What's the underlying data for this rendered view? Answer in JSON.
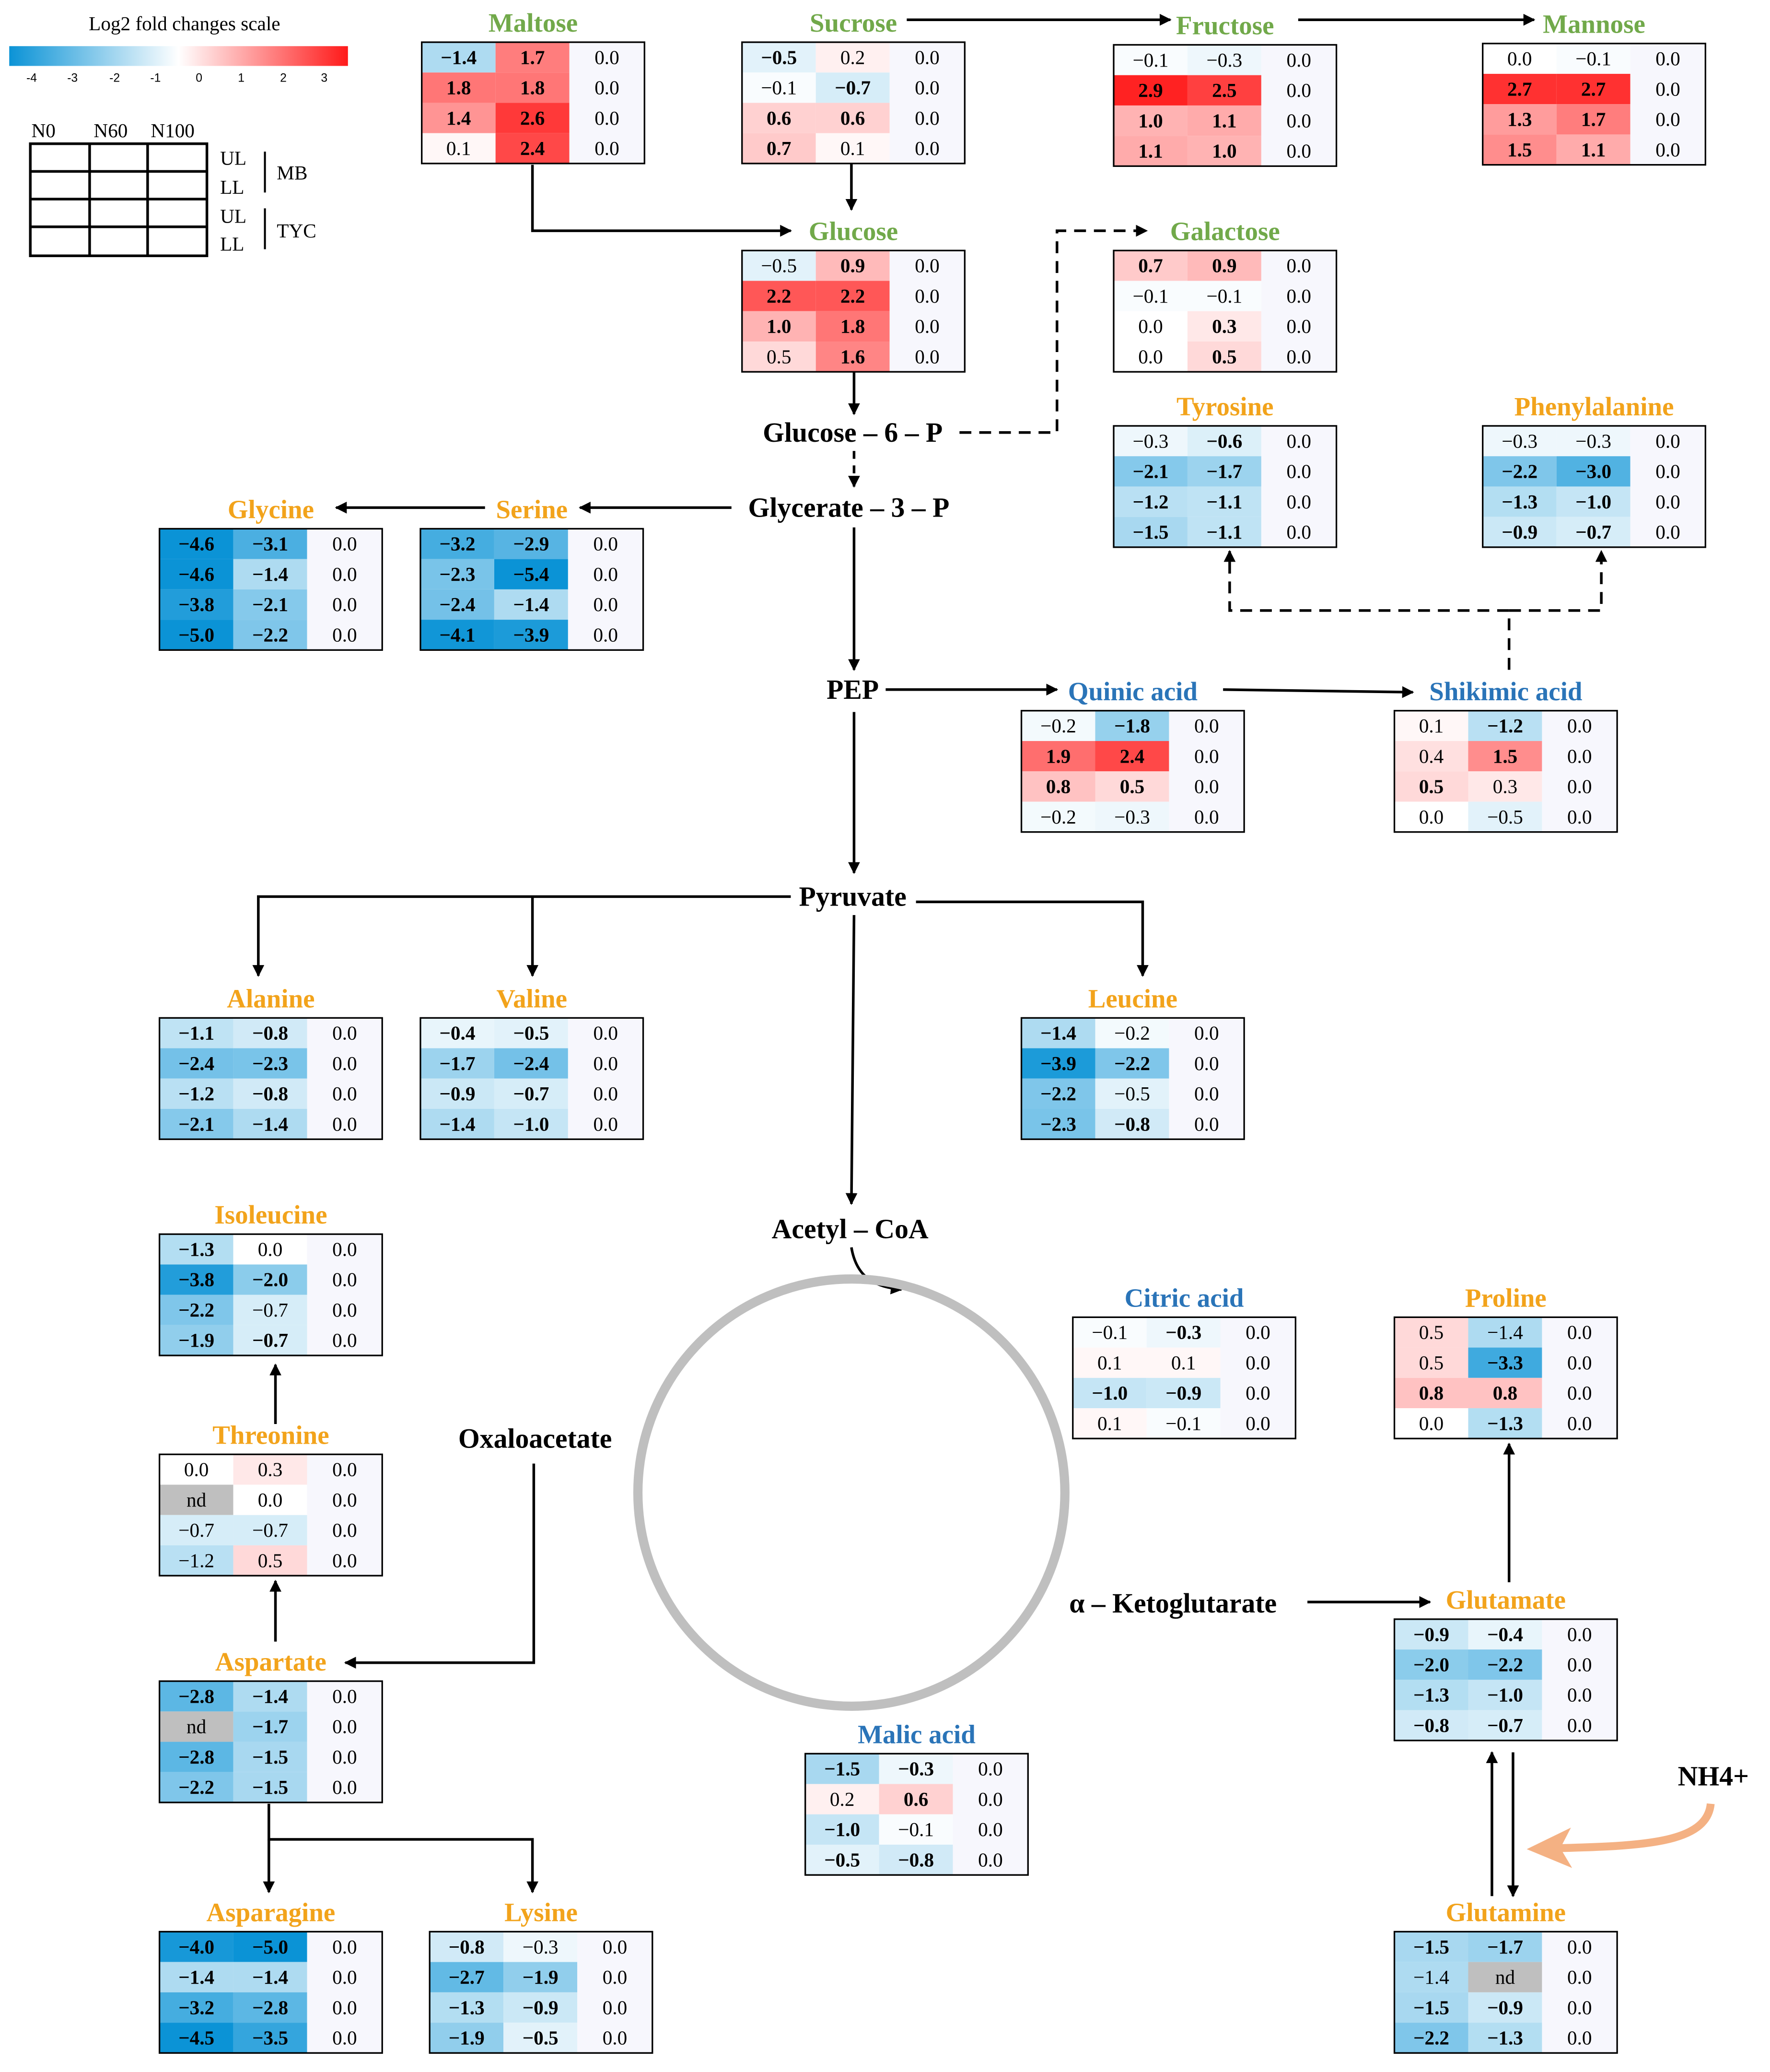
{
  "legend": {
    "scale_title": "Log2 fold changes scale",
    "scale_ticks": [
      "-4",
      "-3",
      "-2",
      "-1",
      "0",
      "1",
      "2",
      "3"
    ],
    "columns": [
      "N0",
      "N60",
      "N100"
    ],
    "rows": [
      "UL",
      "LL",
      "UL",
      "LL"
    ],
    "groups": [
      "MB",
      "TYC"
    ],
    "colors": {
      "min": "#0b93d6",
      "mid": "#ffffff",
      "max": "#ff1a1a",
      "nd": "#bfbfbf",
      "zero_col": "#f7f7fd"
    }
  },
  "colors": {
    "sugar": "#71a94a",
    "amino_acid": "#f2a31b",
    "organic_acid": "#2a74b8",
    "intermediate": "#000000",
    "arrow": "#000000",
    "cycle": "#bfbfbf",
    "nh4_arrow": "#f4b183"
  },
  "metabolites": [
    {
      "id": "maltose",
      "name": "Maltose",
      "class": "sugar",
      "rows": [
        [
          "−1.4",
          "1.7",
          "0.0"
        ],
        [
          "1.8",
          "1.8",
          "0.0"
        ],
        [
          "1.4",
          "2.6",
          "0.0"
        ],
        [
          "0.1",
          "2.4",
          "0.0"
        ]
      ],
      "bold": [
        [
          1,
          1
        ],
        [
          1,
          1
        ],
        [
          1,
          1
        ],
        [
          0,
          1
        ]
      ]
    },
    {
      "id": "sucrose",
      "name": "Sucrose",
      "class": "sugar",
      "rows": [
        [
          "−0.5",
          "0.2",
          "0.0"
        ],
        [
          "−0.1",
          "−0.7",
          "0.0"
        ],
        [
          "0.6",
          "0.6",
          "0.0"
        ],
        [
          "0.7",
          "0.1",
          "0.0"
        ]
      ],
      "bold": [
        [
          1,
          0
        ],
        [
          0,
          1
        ],
        [
          1,
          1
        ],
        [
          1,
          0
        ]
      ]
    },
    {
      "id": "fructose",
      "name": "Fructose",
      "class": "sugar",
      "rows": [
        [
          "−0.1",
          "−0.3",
          "0.0"
        ],
        [
          "2.9",
          "2.5",
          "0.0"
        ],
        [
          "1.0",
          "1.1",
          "0.0"
        ],
        [
          "1.1",
          "1.0",
          "0.0"
        ]
      ],
      "bold": [
        [
          0,
          0
        ],
        [
          1,
          1
        ],
        [
          1,
          1
        ],
        [
          1,
          1
        ]
      ]
    },
    {
      "id": "mannose",
      "name": "Mannose",
      "class": "sugar",
      "rows": [
        [
          "0.0",
          "−0.1",
          "0.0"
        ],
        [
          "2.7",
          "2.7",
          "0.0"
        ],
        [
          "1.3",
          "1.7",
          "0.0"
        ],
        [
          "1.5",
          "1.1",
          "0.0"
        ]
      ],
      "bold": [
        [
          0,
          0
        ],
        [
          1,
          1
        ],
        [
          1,
          1
        ],
        [
          1,
          1
        ]
      ]
    },
    {
      "id": "glucose",
      "name": "Glucose",
      "class": "sugar",
      "rows": [
        [
          "−0.5",
          "0.9",
          "0.0"
        ],
        [
          "2.2",
          "2.2",
          "0.0"
        ],
        [
          "1.0",
          "1.8",
          "0.0"
        ],
        [
          "0.5",
          "1.6",
          "0.0"
        ]
      ],
      "bold": [
        [
          0,
          1
        ],
        [
          1,
          1
        ],
        [
          1,
          1
        ],
        [
          0,
          1
        ]
      ]
    },
    {
      "id": "galactose",
      "name": "Galactose",
      "class": "sugar",
      "rows": [
        [
          "0.7",
          "0.9",
          "0.0"
        ],
        [
          "−0.1",
          "−0.1",
          "0.0"
        ],
        [
          "0.0",
          "0.3",
          "0.0"
        ],
        [
          "0.0",
          "0.5",
          "0.0"
        ]
      ],
      "bold": [
        [
          1,
          1
        ],
        [
          0,
          0
        ],
        [
          0,
          1
        ],
        [
          0,
          1
        ]
      ]
    },
    {
      "id": "tyrosine",
      "name": "Tyrosine",
      "class": "amino_acid",
      "rows": [
        [
          "−0.3",
          "−0.6",
          "0.0"
        ],
        [
          "−2.1",
          "−1.7",
          "0.0"
        ],
        [
          "−1.2",
          "−1.1",
          "0.0"
        ],
        [
          "−1.5",
          "−1.1",
          "0.0"
        ]
      ],
      "bold": [
        [
          0,
          1
        ],
        [
          1,
          1
        ],
        [
          1,
          1
        ],
        [
          1,
          1
        ]
      ]
    },
    {
      "id": "phenylalanine",
      "name": "Phenylalanine",
      "class": "amino_acid",
      "rows": [
        [
          "−0.3",
          "−0.3",
          "0.0"
        ],
        [
          "−2.2",
          "−3.0",
          "0.0"
        ],
        [
          "−1.3",
          "−1.0",
          "0.0"
        ],
        [
          "−0.9",
          "−0.7",
          "0.0"
        ]
      ],
      "bold": [
        [
          0,
          0
        ],
        [
          1,
          1
        ],
        [
          1,
          1
        ],
        [
          1,
          1
        ]
      ]
    },
    {
      "id": "glycine",
      "name": "Glycine",
      "class": "amino_acid",
      "rows": [
        [
          "−4.6",
          "−3.1",
          "0.0"
        ],
        [
          "−4.6",
          "−1.4",
          "0.0"
        ],
        [
          "−3.8",
          "−2.1",
          "0.0"
        ],
        [
          "−5.0",
          "−2.2",
          "0.0"
        ]
      ],
      "bold": [
        [
          1,
          1
        ],
        [
          1,
          1
        ],
        [
          1,
          1
        ],
        [
          1,
          1
        ]
      ]
    },
    {
      "id": "serine",
      "name": "Serine",
      "class": "amino_acid",
      "rows": [
        [
          "−3.2",
          "−2.9",
          "0.0"
        ],
        [
          "−2.3",
          "−5.4",
          "0.0"
        ],
        [
          "−2.4",
          "−1.4",
          "0.0"
        ],
        [
          "−4.1",
          "−3.9",
          "0.0"
        ]
      ],
      "bold": [
        [
          1,
          1
        ],
        [
          1,
          1
        ],
        [
          1,
          1
        ],
        [
          1,
          1
        ]
      ]
    },
    {
      "id": "quinic",
      "name": "Quinic acid",
      "class": "organic_acid",
      "rows": [
        [
          "−0.2",
          "−1.8",
          "0.0"
        ],
        [
          "1.9",
          "2.4",
          "0.0"
        ],
        [
          "0.8",
          "0.5",
          "0.0"
        ],
        [
          "−0.2",
          "−0.3",
          "0.0"
        ]
      ],
      "bold": [
        [
          0,
          1
        ],
        [
          1,
          1
        ],
        [
          1,
          1
        ],
        [
          0,
          0
        ]
      ]
    },
    {
      "id": "shikimic",
      "name": "Shikimic acid",
      "class": "organic_acid",
      "rows": [
        [
          "0.1",
          "−1.2",
          "0.0"
        ],
        [
          "0.4",
          "1.5",
          "0.0"
        ],
        [
          "0.5",
          "0.3",
          "0.0"
        ],
        [
          "0.0",
          "−0.5",
          "0.0"
        ]
      ],
      "bold": [
        [
          0,
          1
        ],
        [
          0,
          1
        ],
        [
          1,
          0
        ],
        [
          0,
          0
        ]
      ]
    },
    {
      "id": "alanine",
      "name": "Alanine",
      "class": "amino_acid",
      "rows": [
        [
          "−1.1",
          "−0.8",
          "0.0"
        ],
        [
          "−2.4",
          "−2.3",
          "0.0"
        ],
        [
          "−1.2",
          "−0.8",
          "0.0"
        ],
        [
          "−2.1",
          "−1.4",
          "0.0"
        ]
      ],
      "bold": [
        [
          1,
          1
        ],
        [
          1,
          1
        ],
        [
          1,
          1
        ],
        [
          1,
          1
        ]
      ]
    },
    {
      "id": "valine",
      "name": "Valine",
      "class": "amino_acid",
      "rows": [
        [
          "−0.4",
          "−0.5",
          "0.0"
        ],
        [
          "−1.7",
          "−2.4",
          "0.0"
        ],
        [
          "−0.9",
          "−0.7",
          "0.0"
        ],
        [
          "−1.4",
          "−1.0",
          "0.0"
        ]
      ],
      "bold": [
        [
          1,
          1
        ],
        [
          1,
          1
        ],
        [
          1,
          1
        ],
        [
          1,
          1
        ]
      ]
    },
    {
      "id": "leucine",
      "name": "Leucine",
      "class": "amino_acid",
      "rows": [
        [
          "−1.4",
          "−0.2",
          "0.0"
        ],
        [
          "−3.9",
          "−2.2",
          "0.0"
        ],
        [
          "−2.2",
          "−0.5",
          "0.0"
        ],
        [
          "−2.3",
          "−0.8",
          "0.0"
        ]
      ],
      "bold": [
        [
          1,
          0
        ],
        [
          1,
          1
        ],
        [
          1,
          0
        ],
        [
          1,
          1
        ]
      ]
    },
    {
      "id": "isoleucine",
      "name": "Isoleucine",
      "class": "amino_acid",
      "rows": [
        [
          "−1.3",
          "0.0",
          "0.0"
        ],
        [
          "−3.8",
          "−2.0",
          "0.0"
        ],
        [
          "−2.2",
          "−0.7",
          "0.0"
        ],
        [
          "−1.9",
          "−0.7",
          "0.0"
        ]
      ],
      "bold": [
        [
          1,
          0
        ],
        [
          1,
          1
        ],
        [
          1,
          0
        ],
        [
          1,
          1
        ]
      ]
    },
    {
      "id": "citric",
      "name": "Citric acid",
      "class": "organic_acid",
      "rows": [
        [
          "−0.1",
          "−0.3",
          "0.0"
        ],
        [
          "0.1",
          "0.1",
          "0.0"
        ],
        [
          "−1.0",
          "−0.9",
          "0.0"
        ],
        [
          "0.1",
          "−0.1",
          "0.0"
        ]
      ],
      "bold": [
        [
          0,
          1
        ],
        [
          0,
          0
        ],
        [
          1,
          1
        ],
        [
          0,
          0
        ]
      ]
    },
    {
      "id": "proline",
      "name": "Proline",
      "class": "amino_acid",
      "rows": [
        [
          "0.5",
          "−1.4",
          "0.0"
        ],
        [
          "0.5",
          "−3.3",
          "0.0"
        ],
        [
          "0.8",
          "0.8",
          "0.0"
        ],
        [
          "0.0",
          "−1.3",
          "0.0"
        ]
      ],
      "bold": [
        [
          0,
          0
        ],
        [
          0,
          1
        ],
        [
          1,
          1
        ],
        [
          0,
          1
        ]
      ]
    },
    {
      "id": "threonine",
      "name": "Threonine",
      "class": "amino_acid",
      "rows": [
        [
          "0.0",
          "0.3",
          "0.0"
        ],
        [
          "nd",
          "0.0",
          "0.0"
        ],
        [
          "−0.7",
          "−0.7",
          "0.0"
        ],
        [
          "−1.2",
          "0.5",
          "0.0"
        ]
      ],
      "bold": [
        [
          0,
          0
        ],
        [
          0,
          0
        ],
        [
          0,
          0
        ],
        [
          0,
          0
        ]
      ]
    },
    {
      "id": "aspartate",
      "name": "Aspartate",
      "class": "amino_acid",
      "rows": [
        [
          "−2.8",
          "−1.4",
          "0.0"
        ],
        [
          "nd",
          "−1.7",
          "0.0"
        ],
        [
          "−2.8",
          "−1.5",
          "0.0"
        ],
        [
          "−2.2",
          "−1.5",
          "0.0"
        ]
      ],
      "bold": [
        [
          1,
          1
        ],
        [
          0,
          1
        ],
        [
          1,
          1
        ],
        [
          1,
          1
        ]
      ]
    },
    {
      "id": "glutamate",
      "name": "Glutamate",
      "class": "amino_acid",
      "rows": [
        [
          "−0.9",
          "−0.4",
          "0.0"
        ],
        [
          "−2.0",
          "−2.2",
          "0.0"
        ],
        [
          "−1.3",
          "−1.0",
          "0.0"
        ],
        [
          "−0.8",
          "−0.7",
          "0.0"
        ]
      ],
      "bold": [
        [
          1,
          1
        ],
        [
          1,
          1
        ],
        [
          1,
          1
        ],
        [
          1,
          1
        ]
      ]
    },
    {
      "id": "malic",
      "name": "Malic acid",
      "class": "organic_acid",
      "rows": [
        [
          "−1.5",
          "−0.3",
          "0.0"
        ],
        [
          "0.2",
          "0.6",
          "0.0"
        ],
        [
          "−1.0",
          "−0.1",
          "0.0"
        ],
        [
          "−0.5",
          "−0.8",
          "0.0"
        ]
      ],
      "bold": [
        [
          1,
          1
        ],
        [
          0,
          1
        ],
        [
          1,
          0
        ],
        [
          1,
          1
        ]
      ]
    },
    {
      "id": "asparagine",
      "name": "Asparagine",
      "class": "amino_acid",
      "rows": [
        [
          "−4.0",
          "−5.0",
          "0.0"
        ],
        [
          "−1.4",
          "−1.4",
          "0.0"
        ],
        [
          "−3.2",
          "−2.8",
          "0.0"
        ],
        [
          "−4.5",
          "−3.5",
          "0.0"
        ]
      ],
      "bold": [
        [
          1,
          1
        ],
        [
          1,
          1
        ],
        [
          1,
          1
        ],
        [
          1,
          1
        ]
      ]
    },
    {
      "id": "lysine",
      "name": "Lysine",
      "class": "amino_acid",
      "rows": [
        [
          "−0.8",
          "−0.3",
          "0.0"
        ],
        [
          "−2.7",
          "−1.9",
          "0.0"
        ],
        [
          "−1.3",
          "−0.9",
          "0.0"
        ],
        [
          "−1.9",
          "−0.5",
          "0.0"
        ]
      ],
      "bold": [
        [
          1,
          0
        ],
        [
          1,
          1
        ],
        [
          1,
          1
        ],
        [
          1,
          1
        ]
      ]
    },
    {
      "id": "glutamine",
      "name": "Glutamine",
      "class": "amino_acid",
      "rows": [
        [
          "−1.5",
          "−1.7",
          "0.0"
        ],
        [
          "−1.4",
          "nd",
          "0.0"
        ],
        [
          "−1.5",
          "−0.9",
          "0.0"
        ],
        [
          "−2.2",
          "−1.3",
          "0.0"
        ]
      ],
      "bold": [
        [
          1,
          1
        ],
        [
          0,
          0
        ],
        [
          1,
          1
        ],
        [
          1,
          1
        ]
      ]
    }
  ],
  "intermediates": [
    {
      "id": "g6p",
      "text": "Glucose – 6 – P"
    },
    {
      "id": "g3p",
      "text": "Glycerate – 3 – P"
    },
    {
      "id": "pep",
      "text": "PEP"
    },
    {
      "id": "pyruvate",
      "text": "Pyruvate"
    },
    {
      "id": "acetylcoa",
      "text": "Acetyl – CoA"
    },
    {
      "id": "oxaloacetate",
      "text": "Oxaloacetate"
    },
    {
      "id": "akg",
      "text": "α – Ketoglutarate"
    },
    {
      "id": "nh4",
      "text": "NH4+"
    }
  ]
}
